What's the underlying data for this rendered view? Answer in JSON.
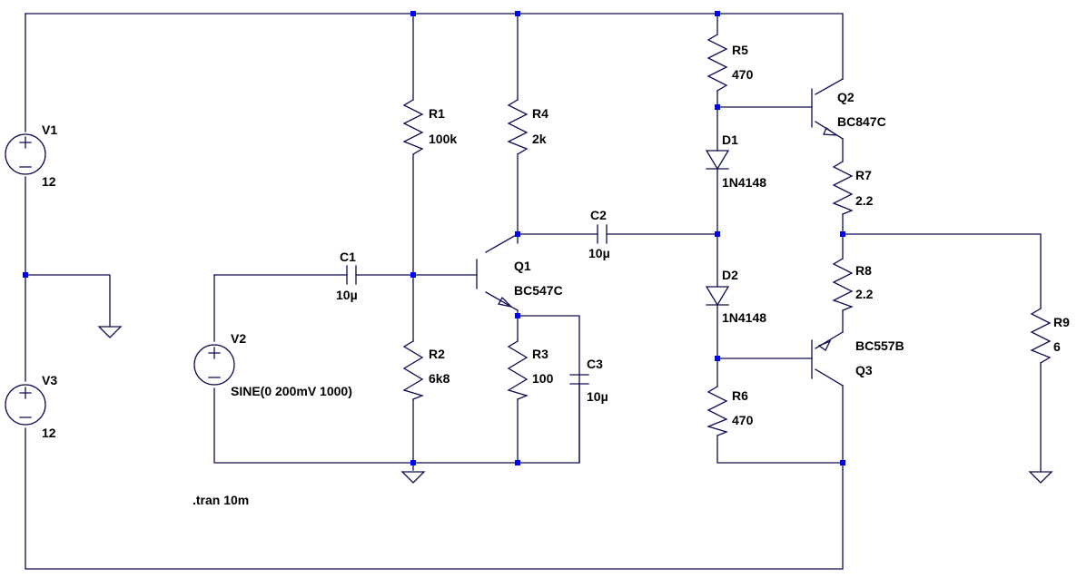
{
  "components": {
    "V1": {
      "name": "V1",
      "value": "12"
    },
    "V3": {
      "name": "V3",
      "value": "12"
    },
    "V2": {
      "name": "V2",
      "value": "SINE(0 200mV 1000)"
    },
    "R1": {
      "name": "R1",
      "value": "100k"
    },
    "R2": {
      "name": "R2",
      "value": "6k8"
    },
    "R3": {
      "name": "R3",
      "value": "100"
    },
    "R4": {
      "name": "R4",
      "value": "2k"
    },
    "R5": {
      "name": "R5",
      "value": "470"
    },
    "R6": {
      "name": "R6",
      "value": "470"
    },
    "R7": {
      "name": "R7",
      "value": "2.2"
    },
    "R8": {
      "name": "R8",
      "value": "2.2"
    },
    "R9": {
      "name": "R9",
      "value": "6"
    },
    "C1": {
      "name": "C1",
      "value": "10µ"
    },
    "C2": {
      "name": "C2",
      "value": "10µ"
    },
    "C3": {
      "name": "C3",
      "value": "10µ"
    },
    "Q1": {
      "name": "Q1",
      "value": "BC547C"
    },
    "Q2": {
      "name": "Q2",
      "value": "BC847C"
    },
    "Q3": {
      "name": "Q3",
      "value": "BC557B"
    },
    "D1": {
      "name": "D1",
      "value": "1N4148"
    },
    "D2": {
      "name": "D2",
      "value": "1N4148"
    }
  },
  "directive": ".tran 10m",
  "colors": {
    "wire": "#0d0d52",
    "junction": "#0000ff",
    "text": "#000000"
  }
}
